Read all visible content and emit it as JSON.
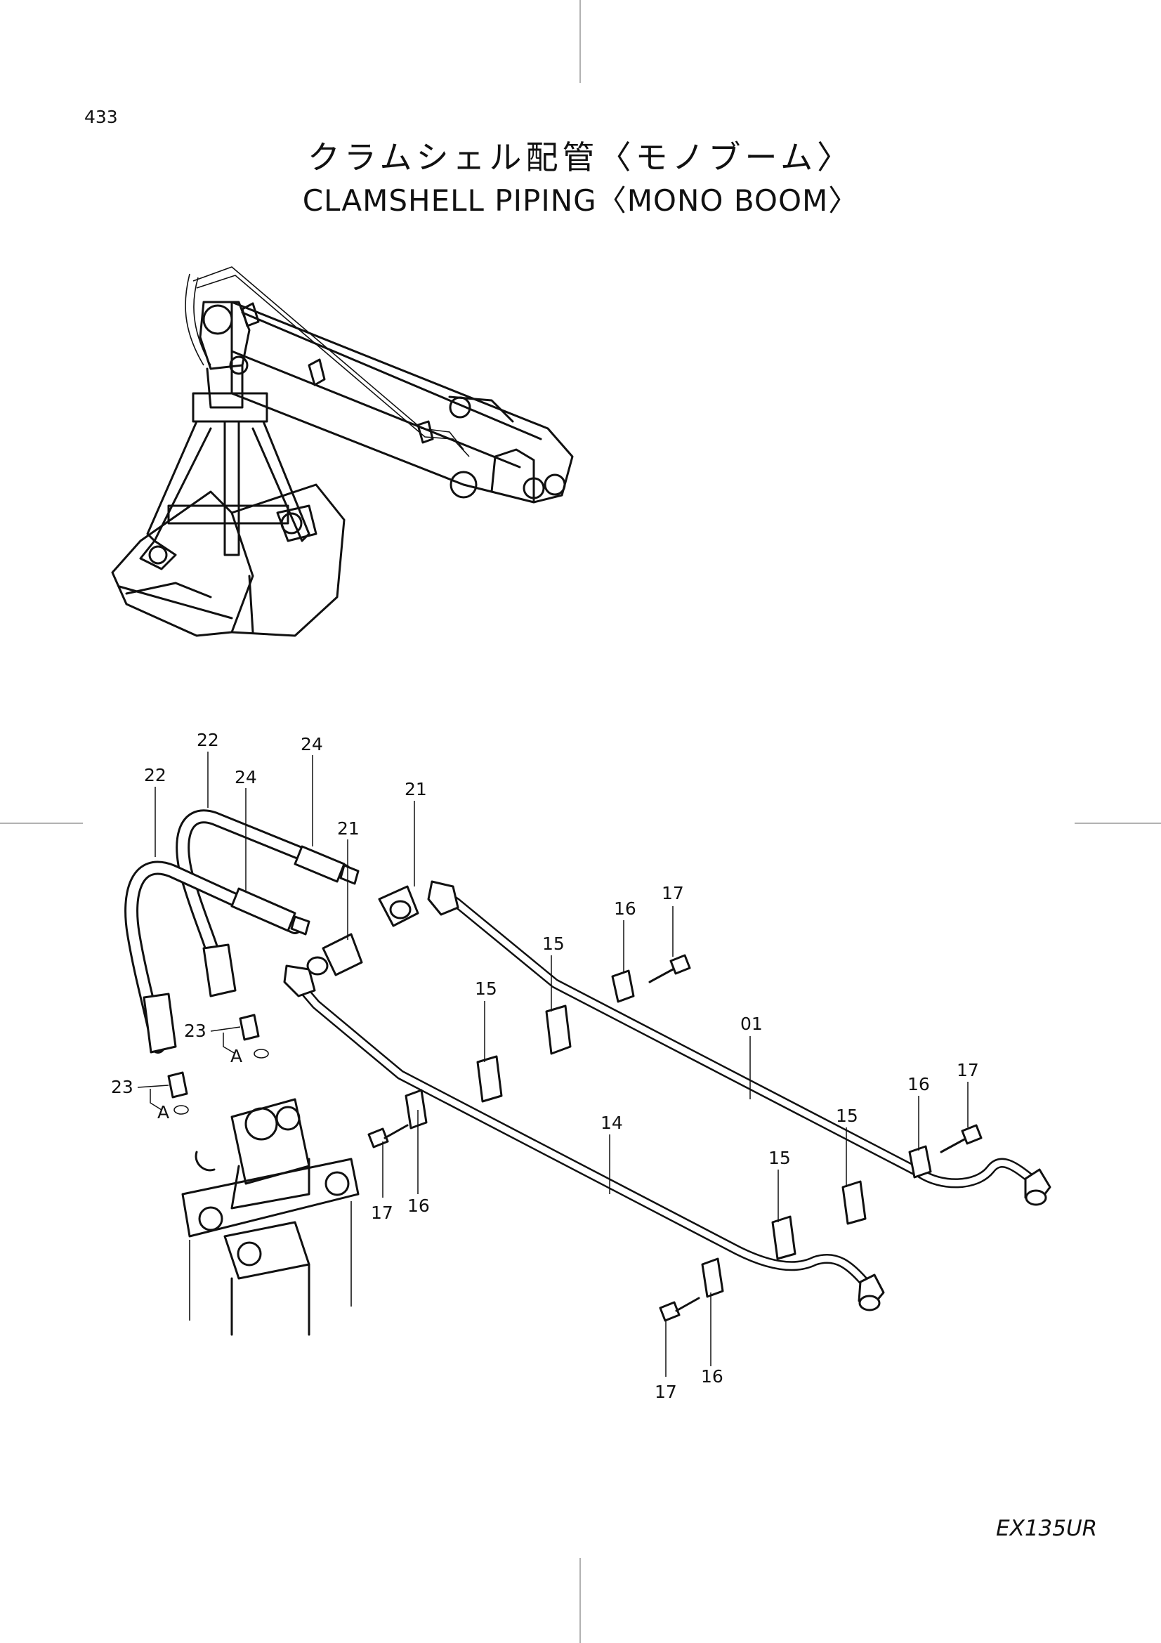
{
  "header": {
    "page_number": "433",
    "title_japanese": "クラムシェル配管〈モノブーム〉",
    "title_english": "CLAMSHELL  PIPING〈MONO BOOM〉"
  },
  "footer": {
    "model_code": "EX135UR"
  },
  "callouts": {
    "c01": "01",
    "c14": "14",
    "c15a": "15",
    "c15b": "15",
    "c15c": "15",
    "c15d": "15",
    "c16a": "16",
    "c16b": "16",
    "c16c": "16",
    "c16d": "16",
    "c17a": "17",
    "c17b": "17",
    "c17c": "17",
    "c17d": "17",
    "c21a": "21",
    "c21b": "21",
    "c22a": "22",
    "c22b": "22",
    "c23a": "23",
    "c23b": "23",
    "c24a": "24",
    "c24b": "24",
    "detail_a1": "A",
    "detail_a2": "A"
  }
}
